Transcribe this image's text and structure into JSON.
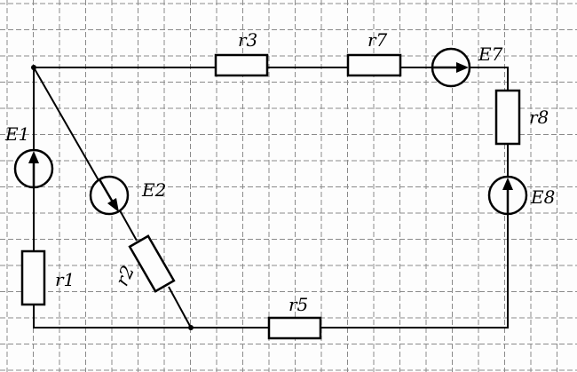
{
  "labels": {
    "e1": "E1",
    "e2": "E2",
    "e7": "E7",
    "e8": "E8",
    "r1": "r1",
    "r2": "r2",
    "r3": "r3",
    "r5": "r5",
    "r7": "r7",
    "r8": "r8"
  },
  "colors": {
    "ink": "#000000",
    "grid": "#8a8a8a",
    "paper": "#fdfdfd"
  }
}
